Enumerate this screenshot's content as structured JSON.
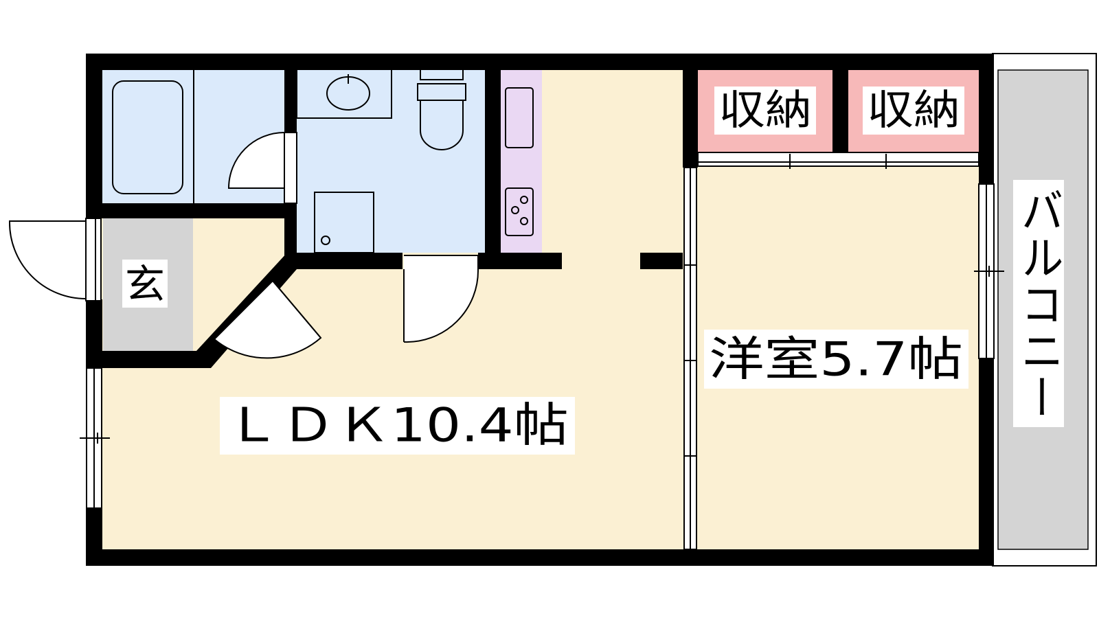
{
  "rooms": {
    "ldk": "ＬＤＫ10.4帖",
    "western": "洋室5.7帖",
    "entrance": "玄",
    "storage_1": "収納",
    "storage_2": "収納",
    "balcony": "バルコニー"
  },
  "colors": {
    "wall": "#000000",
    "living_floor": "#fbf0d3",
    "wet_area": "#dbeafb",
    "kitchen": "#ead8f3",
    "storage": "#f7b9b9",
    "entrance_balcony": "#d4d4d4",
    "background": "#ffffff"
  }
}
